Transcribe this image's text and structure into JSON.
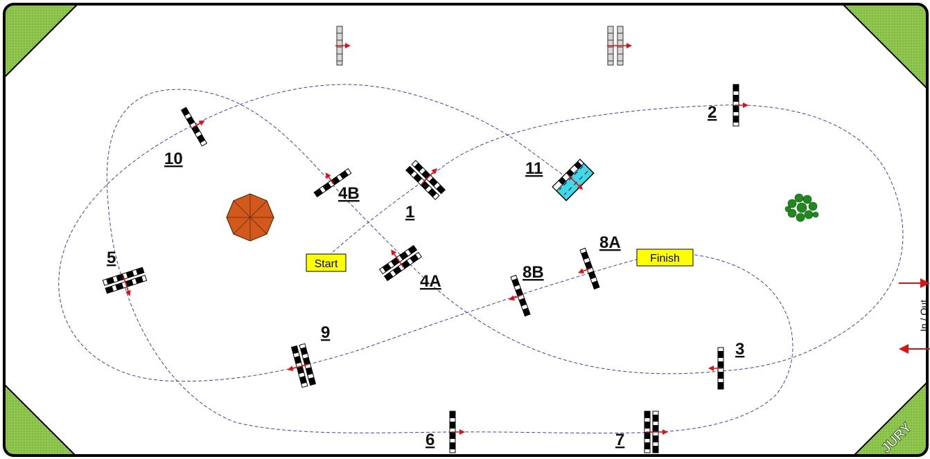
{
  "arena": {
    "jury_label": "JURY",
    "in_out_label": "In / Out",
    "start_label": "Start",
    "finish_label": "Finish",
    "colors": {
      "border": "#000000",
      "corner_fill": "#8bc34a",
      "path": "#3a3adb",
      "arrow": "#e01010",
      "water_jump": "#40d8e8",
      "tag_fill": "#ffff00",
      "pavilion": "#d2581c",
      "bush": "#1e8a1e"
    }
  },
  "obstacles": [
    {
      "id": "1",
      "label": "1",
      "kind": "oxer"
    },
    {
      "id": "2",
      "label": "2",
      "kind": "vertical"
    },
    {
      "id": "3",
      "label": "3",
      "kind": "vertical"
    },
    {
      "id": "4A",
      "label": "4A",
      "kind": "oxer"
    },
    {
      "id": "4B",
      "label": "4B",
      "kind": "vertical"
    },
    {
      "id": "5",
      "label": "5",
      "kind": "oxer"
    },
    {
      "id": "6",
      "label": "6",
      "kind": "vertical"
    },
    {
      "id": "7",
      "label": "7",
      "kind": "oxer"
    },
    {
      "id": "8A",
      "label": "8A",
      "kind": "vertical"
    },
    {
      "id": "8B",
      "label": "8B",
      "kind": "vertical"
    },
    {
      "id": "9",
      "label": "9",
      "kind": "oxer"
    },
    {
      "id": "10",
      "label": "10",
      "kind": "vertical"
    },
    {
      "id": "11",
      "label": "11",
      "kind": "water"
    }
  ],
  "practice_fences": [
    {
      "id": "practice-vertical",
      "kind": "vertical"
    },
    {
      "id": "practice-oxer",
      "kind": "oxer"
    }
  ],
  "decorations": [
    {
      "id": "pavilion",
      "icon": "pavilion-icon"
    },
    {
      "id": "bush",
      "icon": "bush-icon"
    }
  ]
}
